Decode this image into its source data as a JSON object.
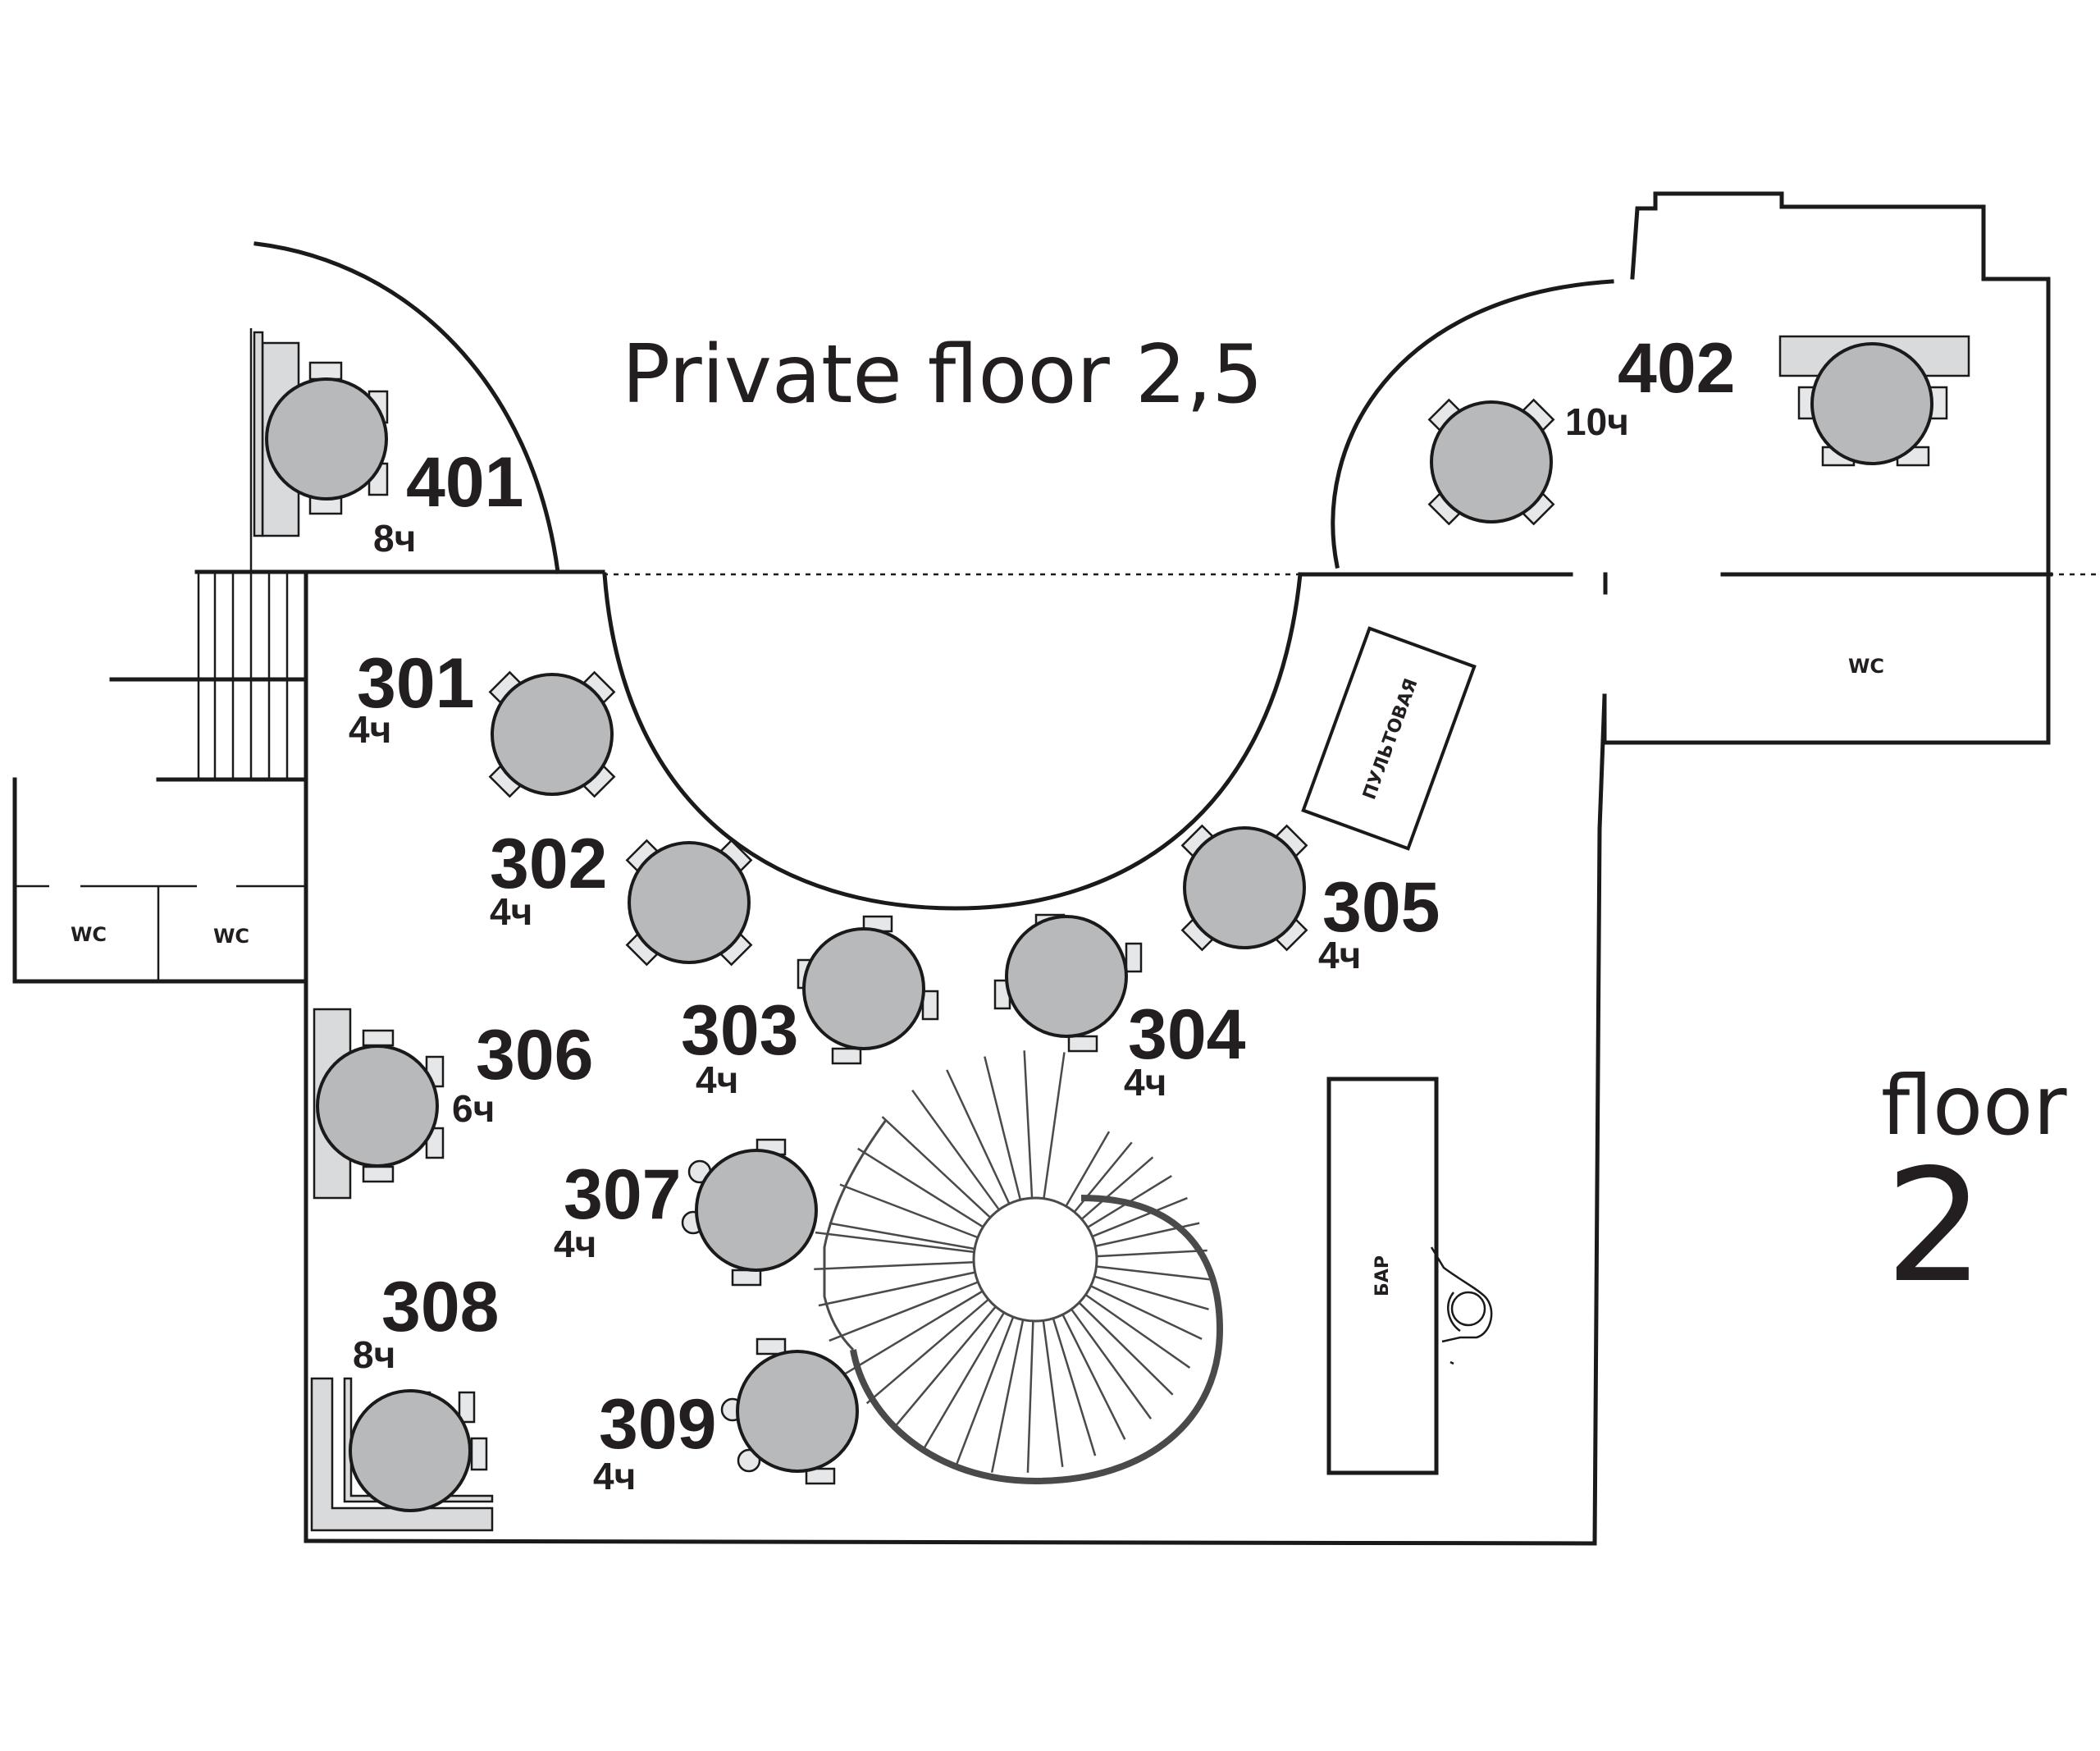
{
  "title": "Private floor 2,5",
  "floor": {
    "label": "floor",
    "number": "2"
  },
  "rooms": {
    "wc_left_1": "WC",
    "wc_left_2": "WC",
    "wc_right": "WC",
    "control_room": "ПУЛЬТОВАЯ",
    "bar": "БАР"
  },
  "tables": [
    {
      "id": "401",
      "capacity": "8ч"
    },
    {
      "id": "402",
      "capacity": "10ч"
    },
    {
      "id": "301",
      "capacity": "4ч"
    },
    {
      "id": "302",
      "capacity": "4ч"
    },
    {
      "id": "303",
      "capacity": "4ч"
    },
    {
      "id": "304",
      "capacity": "4ч"
    },
    {
      "id": "305",
      "capacity": "4ч"
    },
    {
      "id": "306",
      "capacity": "6ч"
    },
    {
      "id": "307",
      "capacity": "4ч"
    },
    {
      "id": "308",
      "capacity": "8ч"
    },
    {
      "id": "309",
      "capacity": "4ч"
    }
  ],
  "colors": {
    "table_fill": "#b8b9bb",
    "line": "#1a1a1a",
    "chair_fill": "#e6e7e8"
  }
}
